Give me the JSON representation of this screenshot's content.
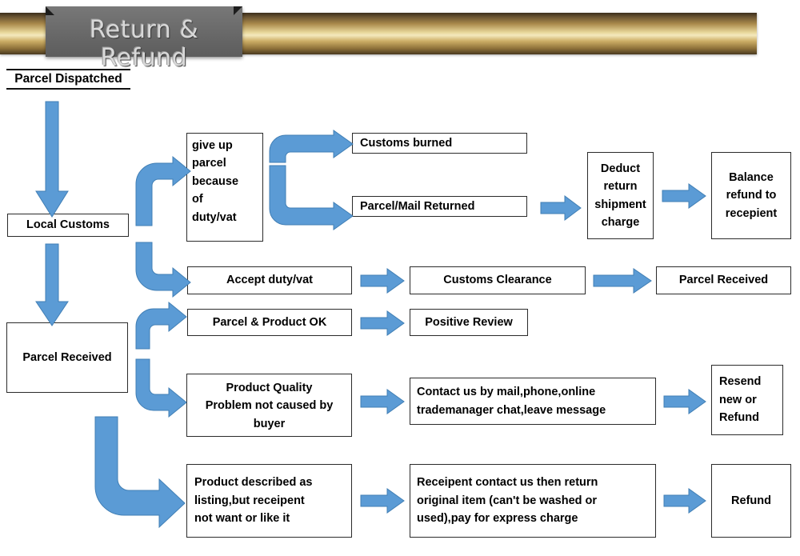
{
  "banner": {
    "title": "Return & Refund",
    "bar_color_light": "#f4e9bd",
    "bar_color_dark": "#3a2d1a",
    "ribbon_color": "#6b6b6b"
  },
  "theme": {
    "arrow_fill": "#5b9bd5",
    "arrow_stroke": "#417fb5",
    "box_border": "#2b2b2b",
    "text_color": "#000000",
    "background": "#ffffff"
  },
  "flowchart": {
    "type": "flowchart",
    "orientation": "left-to-right",
    "nodes": [
      {
        "id": "parcel-dispatched",
        "label": "Parcel Dispatched"
      },
      {
        "id": "local-customs",
        "label": "Local Customs"
      },
      {
        "id": "give-up-parcel",
        "label": "give up parcel because of duty/vat"
      },
      {
        "id": "customs-burned",
        "label": "Customs burned"
      },
      {
        "id": "parcel-mail-returned",
        "label": "Parcel/Mail Returned"
      },
      {
        "id": "deduct-charge",
        "label": "Deduct return shipment charge"
      },
      {
        "id": "balance-refund",
        "label": "Balance refund to recepient"
      },
      {
        "id": "accept-duty",
        "label": "Accept duty/vat"
      },
      {
        "id": "customs-clearance",
        "label": "Customs Clearance"
      },
      {
        "id": "parcel-received-top",
        "label": "Parcel Received"
      },
      {
        "id": "parcel-received",
        "label": "Parcel Received"
      },
      {
        "id": "parcel-product-ok",
        "label": "Parcel & Product OK"
      },
      {
        "id": "positive-review",
        "label": "Positive Review"
      },
      {
        "id": "quality-problem",
        "label": "Product Quality Problem not caused by buyer"
      },
      {
        "id": "contact-us",
        "label": "Contact us by mail,phone,online trademanager chat,leave message"
      },
      {
        "id": "resend-refund",
        "label": "Resend new or Refund"
      },
      {
        "id": "not-want",
        "label": "Product described as listing,but receipent not want or like it"
      },
      {
        "id": "receipent-return",
        "label": "Receipent contact us then return original item (can't be washed or used),pay for express charge"
      },
      {
        "id": "refund",
        "label": "Refund"
      }
    ],
    "edges": [
      {
        "from": "parcel-dispatched",
        "to": "local-customs",
        "style": "down"
      },
      {
        "from": "local-customs",
        "to": "give-up-parcel",
        "style": "elbow-up"
      },
      {
        "from": "local-customs",
        "to": "accept-duty",
        "style": "elbow-down"
      },
      {
        "from": "local-customs",
        "to": "parcel-received",
        "style": "down"
      },
      {
        "from": "give-up-parcel",
        "to": "customs-burned",
        "style": "split-up"
      },
      {
        "from": "give-up-parcel",
        "to": "parcel-mail-returned",
        "style": "split-down"
      },
      {
        "from": "parcel-mail-returned",
        "to": "deduct-charge",
        "style": "right"
      },
      {
        "from": "deduct-charge",
        "to": "balance-refund",
        "style": "right"
      },
      {
        "from": "accept-duty",
        "to": "customs-clearance",
        "style": "right"
      },
      {
        "from": "customs-clearance",
        "to": "parcel-received-top",
        "style": "right"
      },
      {
        "from": "parcel-received",
        "to": "parcel-product-ok",
        "style": "elbow-up"
      },
      {
        "from": "parcel-received",
        "to": "quality-problem",
        "style": "elbow-down"
      },
      {
        "from": "parcel-received",
        "to": "not-want",
        "style": "elbow-down-long"
      },
      {
        "from": "parcel-product-ok",
        "to": "positive-review",
        "style": "right"
      },
      {
        "from": "quality-problem",
        "to": "contact-us",
        "style": "right"
      },
      {
        "from": "contact-us",
        "to": "resend-refund",
        "style": "right"
      },
      {
        "from": "not-want",
        "to": "receipent-return",
        "style": "right"
      },
      {
        "from": "receipent-return",
        "to": "refund",
        "style": "right"
      }
    ]
  },
  "boxes": {
    "parcel_dispatched": "Parcel Dispatched",
    "local_customs": "Local Customs",
    "give_up_l1": "give up",
    "give_up_l2": "parcel",
    "give_up_l3": "because",
    "give_up_l4": "of",
    "give_up_l5": "duty/vat",
    "customs_burned": "Customs burned",
    "parcel_mail_returned": "Parcel/Mail Returned",
    "deduct_l1": "Deduct",
    "deduct_l2": "return",
    "deduct_l3": "shipment",
    "deduct_l4": "charge",
    "balance_l1": "Balance",
    "balance_l2": "refund to",
    "balance_l3": "recepient",
    "accept_duty": "Accept duty/vat",
    "customs_clearance": "Customs Clearance",
    "parcel_received_top": "Parcel Received",
    "parcel_received": "Parcel Received",
    "parcel_product_ok": "Parcel & Product OK",
    "positive_review": "Positive Review",
    "quality_l1": "Product Quality",
    "quality_l2": "Problem not caused by",
    "quality_l3": "buyer",
    "contact_l1": "Contact us by mail,phone,online",
    "contact_l2": "trademanager chat,leave message",
    "resend_l1": "Resend",
    "resend_l2": "new or",
    "resend_l3": "Refund",
    "notwant_l1": "Product described as",
    "notwant_l2": "listing,but receipent",
    "notwant_l3": "not want or like it",
    "return_l1": "Receipent contact us then return",
    "return_l2": "original item (can't be washed or",
    "return_l3": "used),pay for express charge",
    "refund": "Refund"
  }
}
